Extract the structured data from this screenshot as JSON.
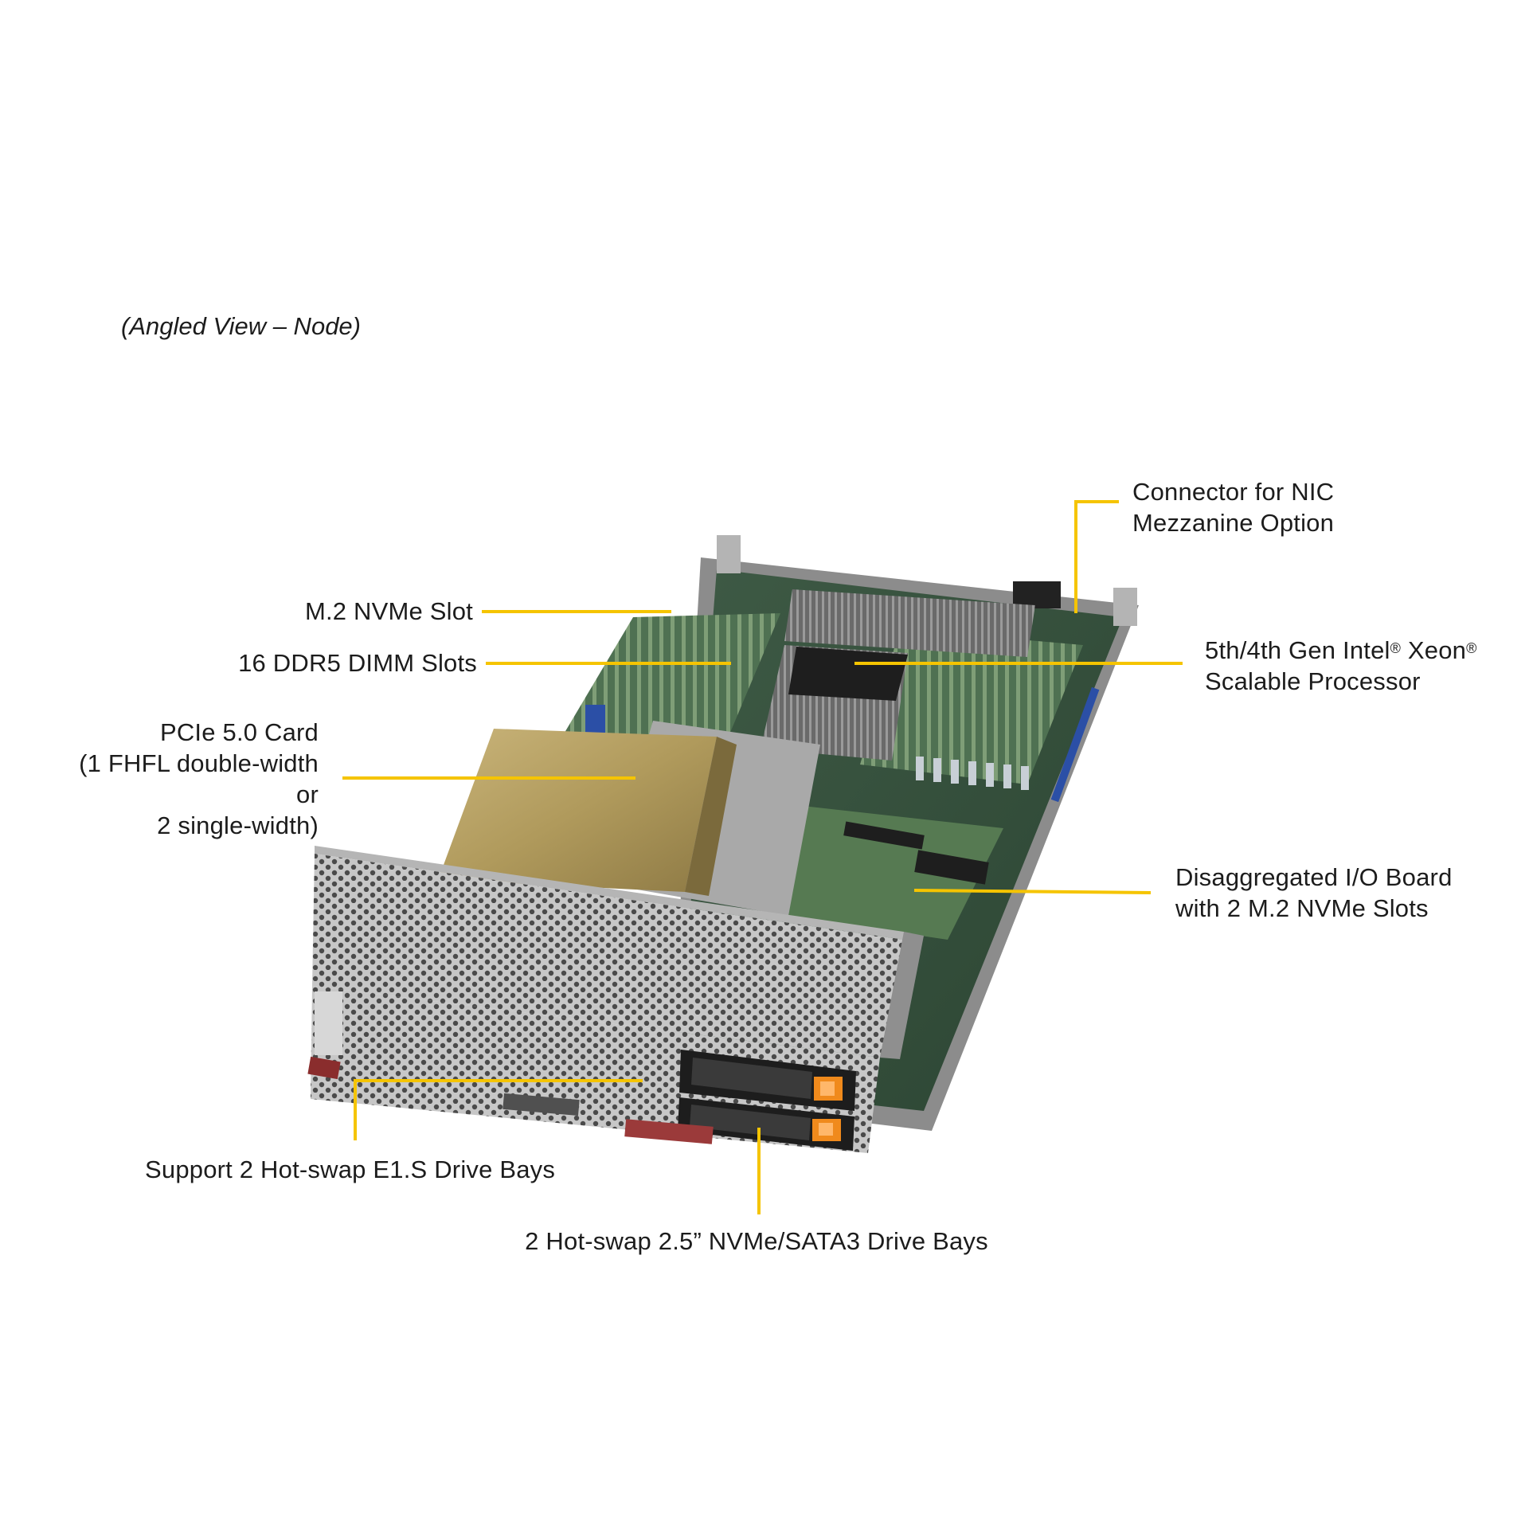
{
  "caption": "(Angled View – Node)",
  "accent_color": "#f5c400",
  "callouts": {
    "nic_connector": [
      "Connector for NIC",
      "Mezzanine Option"
    ],
    "m2_slot": [
      "M.2 NVMe Slot"
    ],
    "dimm_slots": [
      "16 DDR5 DIMM Slots"
    ],
    "processor": {
      "line1_a": "5th/4th Gen Intel",
      "line1_reg1": "®",
      "line1_b": " Xeon",
      "line1_reg2": "®",
      "line2": "Scalable Processor"
    },
    "pcie_card": [
      "PCIe 5.0 Card",
      "(1 FHFL double-width",
      "or",
      "2 single-width)"
    ],
    "io_board": [
      "Disaggregated I/O Board",
      "with 2 M.2 NVMe Slots"
    ],
    "e1s_bays": [
      "Support 2 Hot-swap E1.S Drive Bays"
    ],
    "drive_bays": [
      "2 Hot-swap 2.5” NVMe/SATA3 Drive Bays"
    ]
  }
}
